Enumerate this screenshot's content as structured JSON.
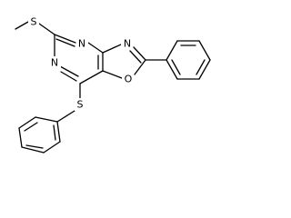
{
  "molecule": {
    "atoms": {
      "s_methyl": "S",
      "n3": "N",
      "n1": "N",
      "n_oxazole": "N",
      "o_oxazole": "O",
      "s_phenyl": "S"
    }
  }
}
